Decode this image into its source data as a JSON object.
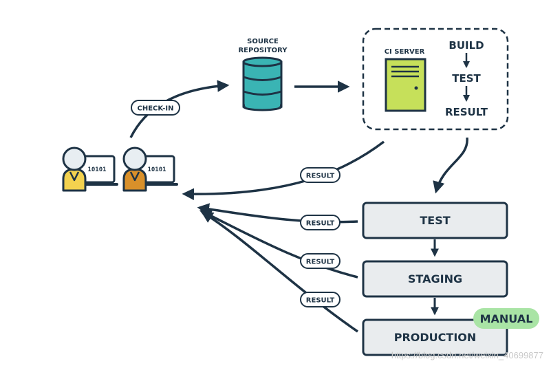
{
  "repo": {
    "line1": "SOURCE",
    "line2": "REPOSITORY"
  },
  "ci": {
    "server_label": "CI SERVER",
    "build": "BUILD",
    "test": "TEST",
    "result": "RESULT"
  },
  "checkin_label": "CHECK-IN",
  "developers": [
    {
      "code": "10101",
      "shirt_color": "#f3d24f"
    },
    {
      "code": "10101",
      "shirt_color": "#d9902a"
    }
  ],
  "stages": [
    {
      "label": "TEST"
    },
    {
      "label": "STAGING"
    },
    {
      "label": "PRODUCTION",
      "badge": "MANUAL"
    }
  ],
  "result_labels": [
    "RESULT",
    "RESULT",
    "RESULT",
    "RESULT"
  ],
  "watermark": "https://blog.csdn.net/weixin_40699877",
  "colors": {
    "ink": "#1e3345",
    "database": "#3ab4b4",
    "server": "#c6e05a",
    "stage_fill": "#e9ecee",
    "manual_badge": "#a9e4a5"
  }
}
